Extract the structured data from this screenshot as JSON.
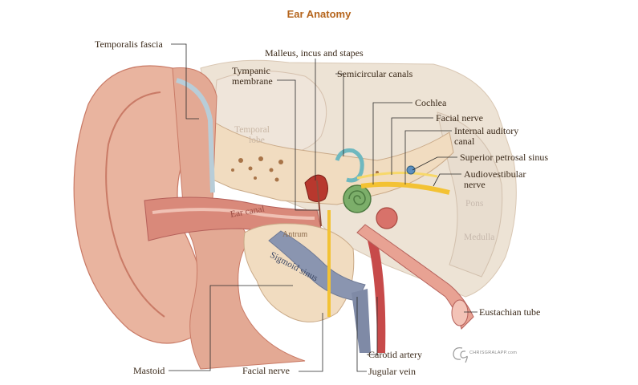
{
  "title": "Ear Anatomy",
  "labels": {
    "temporalis_fascia": "Temporalis fascia",
    "ossicles": "Malleus, incus and stapes",
    "tympanic_membrane_1": "Tympanic",
    "tympanic_membrane_2": "membrane",
    "semicircular_canals": "Semicircular canals",
    "cochlea": "Cochlea",
    "facial_nerve_top": "Facial nerve",
    "internal_auditory_1": "Internal auditory",
    "internal_auditory_2": "canal",
    "superior_petrosal_sinus": "Superior petrosal sinus",
    "audiovestibular_1": "Audiovestibular",
    "audiovestibular_2": "nerve",
    "eustachian_tube": "Eustachian tube",
    "carotid_artery": "Carotid artery",
    "jugular_vein": "Jugular vein",
    "facial_nerve_bottom": "Facial nerve",
    "mastoid": "Mastoid"
  },
  "inner_labels": {
    "temporal_lobe_1": "Temporal",
    "temporal_lobe_2": "lobe",
    "ear_canal": "Ear canal",
    "pons": "Pons",
    "medulla": "Medulla",
    "antrum": "Antrum",
    "sigmoid_sinus": "Sigmoid sinus"
  },
  "signature": "CHRISGRALAPP.com",
  "colors": {
    "title": "#b5651d",
    "skin": "#e9b49f",
    "skin_dark": "#c97a66",
    "bone": "#f1dcc0",
    "brain": "#ede3d5",
    "nerve": "#f3c234",
    "vessel_red": "#c74a4a",
    "vein_blue": "#8592ad",
    "leader": "#2a2a2a"
  }
}
